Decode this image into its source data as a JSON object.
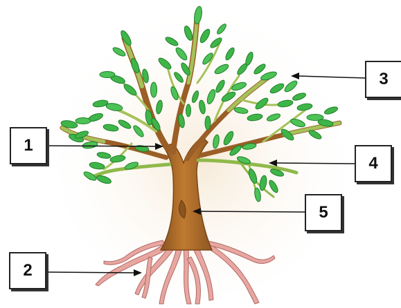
{
  "diagram": {
    "labels": {
      "one": "1",
      "two": "2",
      "three": "3",
      "four": "4",
      "five": "5"
    },
    "colors": {
      "trunk": "#b5702a",
      "trunk_dark": "#7a4616",
      "leaf": "#3fb549",
      "leaf_dark": "#1e7d2a",
      "branch_green": "#8fb94a",
      "root": "#e8a6a0",
      "root_dark": "#b06a66",
      "glow": "#f7ead8",
      "arrow": "#111111"
    },
    "icons": [
      "tree-illustration",
      "arrow-pointer"
    ]
  }
}
